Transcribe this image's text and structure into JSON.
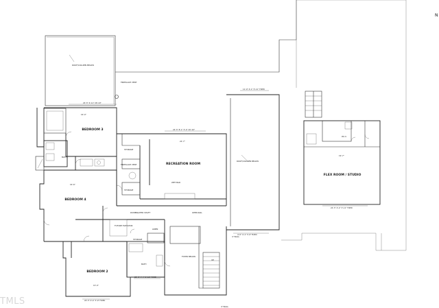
{
  "corner_mark": "N",
  "watermark": "TMLS",
  "rooms": {
    "bedroom3": "BEDROOM 3",
    "bedroom4": "BEDROOM 4",
    "bedroom2": "BEDROOM 2",
    "recreation": "RECREATION ROOM",
    "flex": "FLEX ROOM / STUDIO",
    "bath": "BATH",
    "bath2": "BATH",
    "linen": "LINEN",
    "storage1": "STORAGE",
    "storage2": "STORAGE",
    "storage3": "STORAGE",
    "wic": "W.I.C."
  },
  "notes": {
    "roof_below_top": "ROOF/COLUMN BELOW",
    "fireplace_vent": "FIREPLACE VENT",
    "fireplace_vent2": "FIREPLACE VENT",
    "roof_below_right": "ROOF/COLUMN BELOW",
    "wet_bar": "WET BAR",
    "open_rail": "OPEN RAIL",
    "roof_below_stair": "FOYER BELOW",
    "dumbwaiter": "DUMBWAITER SHAFT",
    "future_elevator": "FUTURE ELEVATOR",
    "knee_wall_1": "4' WALL",
    "knee_wall_2": "4' WALL",
    "sign_a": "UP"
  },
  "dimensions": {
    "d_top_bed3": "22'-5\" 4'-11\" 20'-10\"",
    "d_rec_top": "22'-5\" 8'-1\" 5'-4\" 20'-10\"",
    "d_rec_inner": "22'-7\"",
    "d_right_top": "11'-0\" 4'-1\" 5'-11\" FIXED",
    "d_right_bottom": "4'-0\" 4'-1\" 3'-0\" FIXED",
    "d_flex_top": "19'-7\"",
    "d_flex_bottom": "22'-5\" 4'-4\" 3'-11\" FIXED",
    "d_bed2_bottom": "22'-5\" 4'-4\" 3'-0\" FIXED",
    "d_stair_bottom": "22'-5\" 4'-4\" 3'-11\" FIXED",
    "d_bed4_width": "16'-6\"",
    "d_bed2_width": "15'-0\"",
    "d_bed3_width": "16'-0\""
  }
}
